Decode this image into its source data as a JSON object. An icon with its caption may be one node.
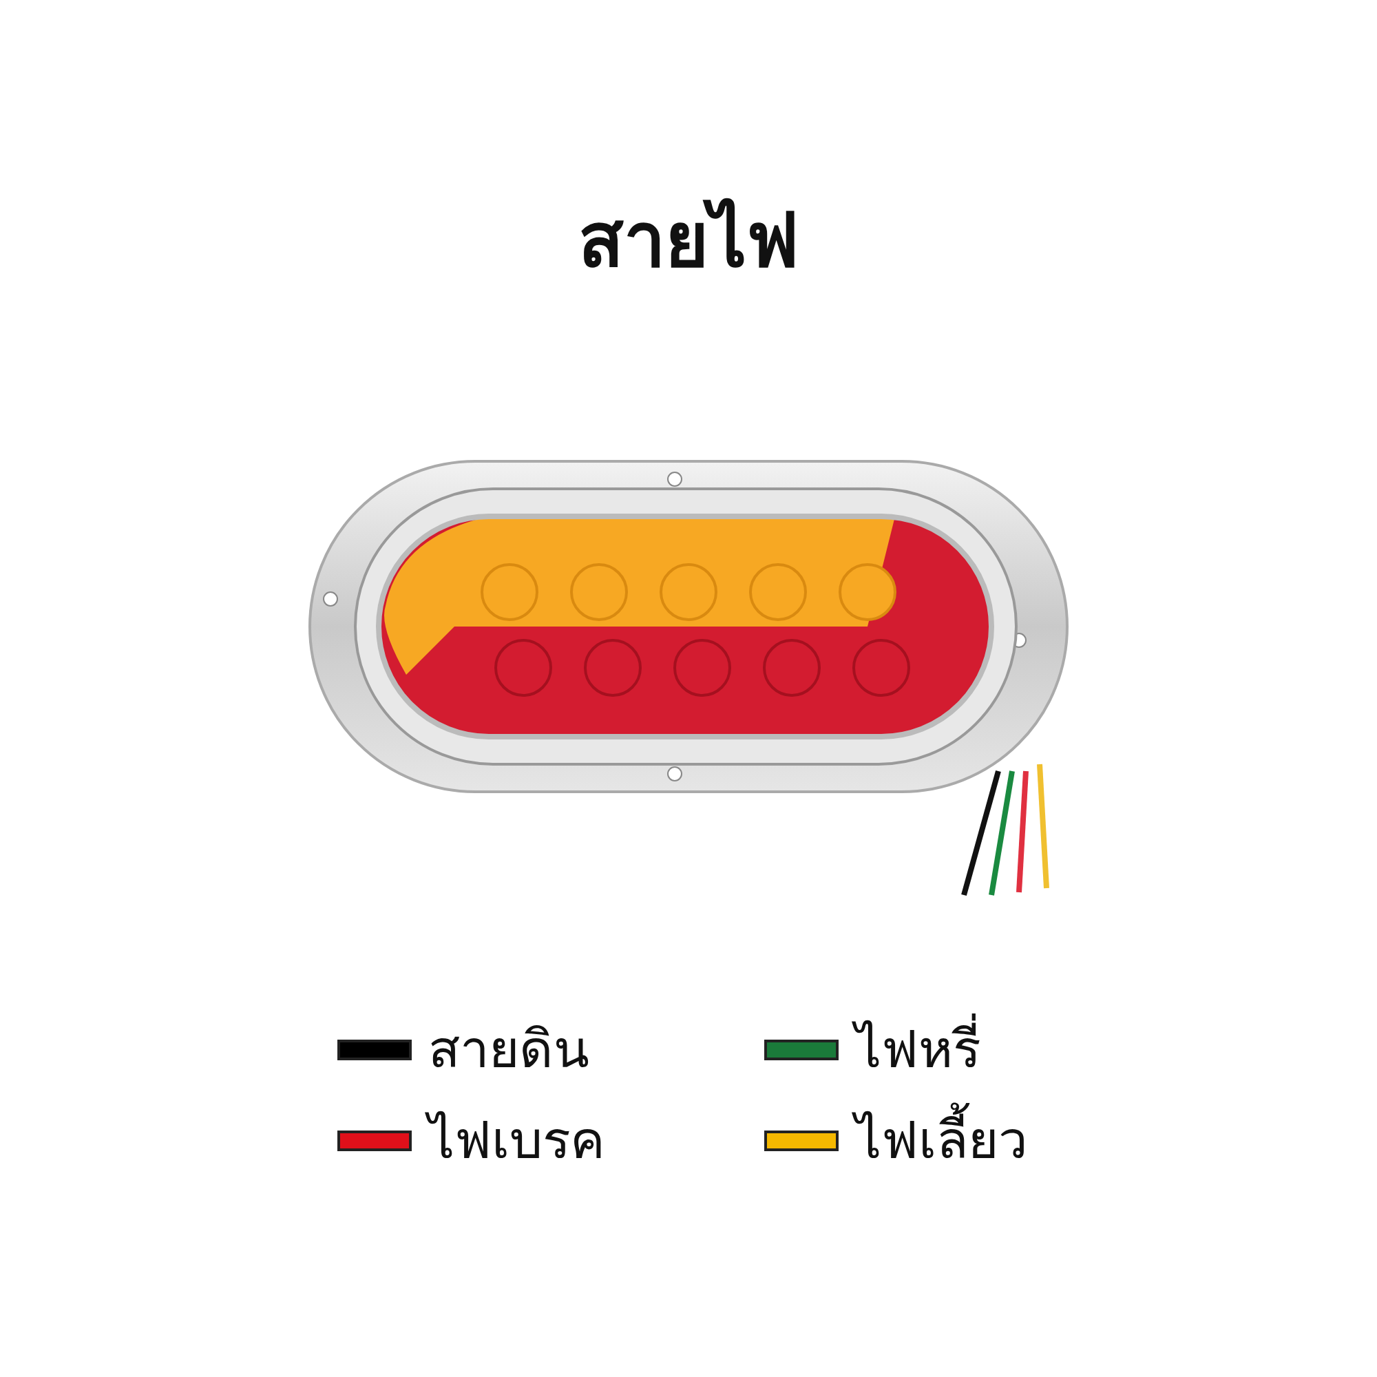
{
  "diagram": {
    "title": "สายไฟ",
    "legend": [
      {
        "text": "สายดิน",
        "color": "#000000"
      },
      {
        "text": "ไฟหรี่",
        "color": "#1a7a3a"
      },
      {
        "text": "ไฟเบรค",
        "color": "#e0101a"
      },
      {
        "text": "ไฟเลี้ยว",
        "color": "#f5b800"
      }
    ]
  }
}
